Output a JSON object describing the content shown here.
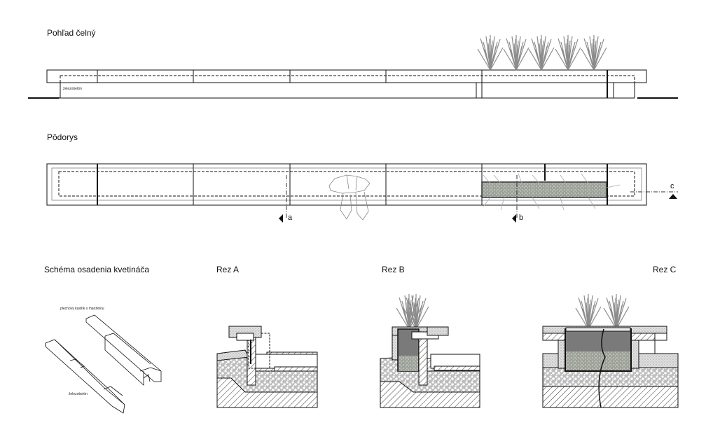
{
  "sections": {
    "front_view": {
      "title": "Pohľad čelný",
      "material_label": "železobetón"
    },
    "plan": {
      "title": "Pôdorys",
      "section_marks": [
        "a",
        "b",
        "c"
      ]
    },
    "scheme": {
      "title": "Schéma osadenia kvetináča",
      "label_top": "plechový kastlík s manžetou",
      "label_bottom": "železobetón"
    },
    "section_a": {
      "title": "Rez A"
    },
    "section_b": {
      "title": "Rez B"
    },
    "section_c": {
      "title": "Rez C"
    }
  },
  "colors": {
    "line": "#111111",
    "grass": "#8c8c8c",
    "soil": "#7a7a7a",
    "gravel": "#cfcfcf",
    "concrete": "#d9d9d9"
  }
}
